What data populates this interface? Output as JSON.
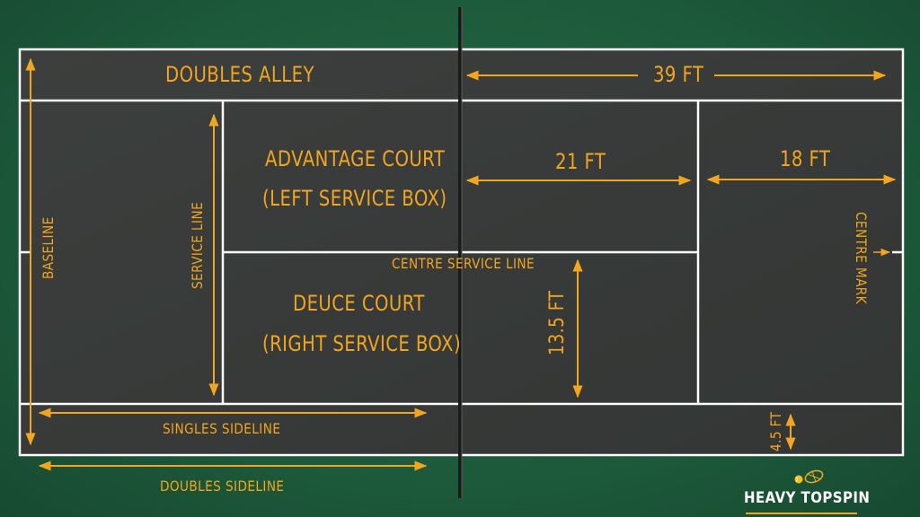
{
  "labels": {
    "doubles_alley": "DOUBLES ALLEY",
    "width_39": "39 FT",
    "advantage_court_line1": "ADVANTAGE COURT",
    "advantage_court_line2": "(LEFT SERVICE BOX)",
    "width_21": "21 FT",
    "width_18": "18 FT",
    "baseline": "BASELINE",
    "service_line": "SERVICE LINE",
    "centre_mark": "CENTRE MARK",
    "centre_service_line": "CENTRE SERVICE LINE",
    "deuce_court_line1": "DEUCE COURT",
    "deuce_court_line2": "(RIGHT SERVICE BOX)",
    "width_13_5": "13.5 FT",
    "singles_sideline": "SINGLES SIDELINE",
    "width_4_5": "4.5 FT",
    "doubles_sideline": "DOUBLES SIDELINE"
  },
  "brand": {
    "name": "HEAVY TOPSPIN",
    "logo_icon": "tennis-ball-icon"
  },
  "colors": {
    "background": "#1e5a3c",
    "court": "#3a3d3b",
    "lines": "#ffffff",
    "labels": "#f2a51f",
    "net": "#1a1a1a"
  }
}
